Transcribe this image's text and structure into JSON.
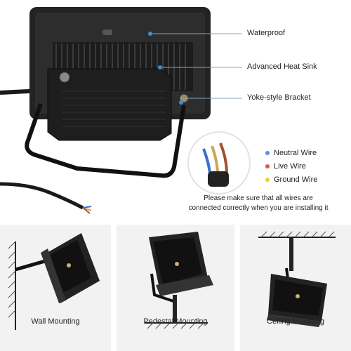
{
  "callouts": [
    {
      "label": "Waterproof",
      "color": "#3a8fd6"
    },
    {
      "label": "Advanced Heat Sink",
      "color": "#3a8fd6"
    },
    {
      "label": "Yoke-style Bracket",
      "color": "#3a8fd6"
    }
  ],
  "wiring": {
    "items": [
      {
        "label": "Neutral Wire",
        "color": "#5b8ee6"
      },
      {
        "label": "Live Wire",
        "color": "#e0554a"
      },
      {
        "label": "Ground Wire",
        "color": "#e7d23b"
      }
    ],
    "note_line1": "Please make sure that all wires are",
    "note_line2": "connected correctly when you are installing it"
  },
  "mounting": [
    {
      "caption": "Wall Mounting"
    },
    {
      "caption": "Pedestal Mounting"
    },
    {
      "caption": "Ceiling Mounting"
    }
  ]
}
